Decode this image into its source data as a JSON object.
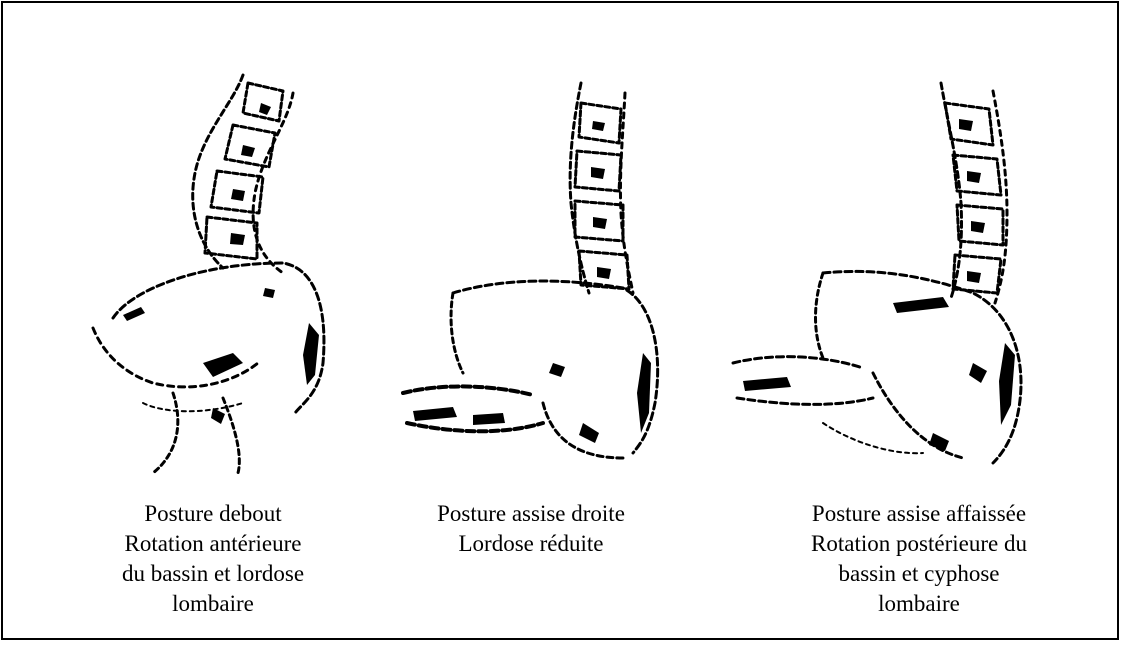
{
  "captions": [
    {
      "lines": [
        "Posture debout",
        "Rotation antérieure",
        "du bassin et lordose",
        "lombaire"
      ]
    },
    {
      "lines": [
        "Posture assise droite",
        "Lordose réduite"
      ]
    },
    {
      "lines": [
        "Posture assise affaissée",
        "Rotation postérieure du",
        "bassin et cyphose",
        "lombaire"
      ]
    }
  ],
  "colors": {
    "ink": "#000000",
    "background": "#ffffff"
  }
}
